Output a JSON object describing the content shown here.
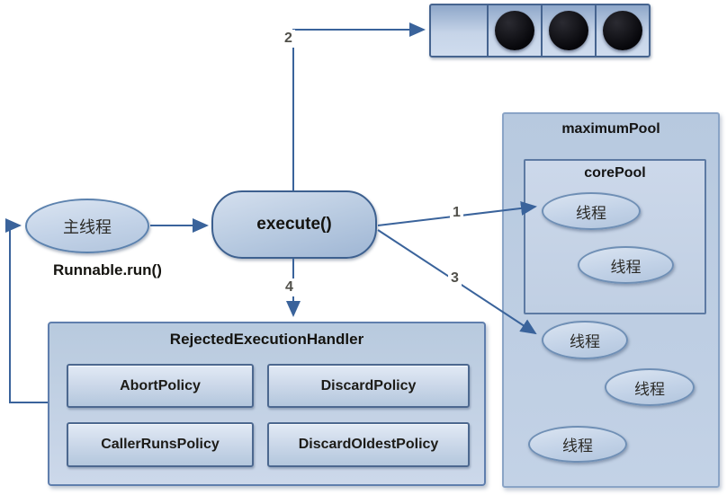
{
  "diagram": {
    "nodes": {
      "main_thread": "主线程",
      "runnable_run": "Runnable.run()",
      "execute": "execute()"
    },
    "queue": {
      "cell_count": 4,
      "filled_cells": 3
    },
    "maximum_pool": {
      "title": "maximumPool",
      "core_pool": {
        "title": "corePool",
        "threads": [
          "线程",
          "线程"
        ]
      },
      "extra_threads": [
        "线程",
        "线程",
        "线程"
      ]
    },
    "handler": {
      "title": "RejectedExecutionHandler",
      "policies": [
        "AbortPolicy",
        "DiscardPolicy",
        "CallerRunsPolicy",
        "DiscardOldestPolicy"
      ]
    },
    "edge_labels": {
      "to_core_pool": "1",
      "to_queue": "2",
      "to_maximum_pool": "3",
      "to_handler": "4"
    },
    "colors": {
      "node_fill": "#c3d2e6",
      "node_border": "#4a6a9b",
      "arrow": "#3a639b",
      "task_dot": "#0c0c10"
    }
  }
}
